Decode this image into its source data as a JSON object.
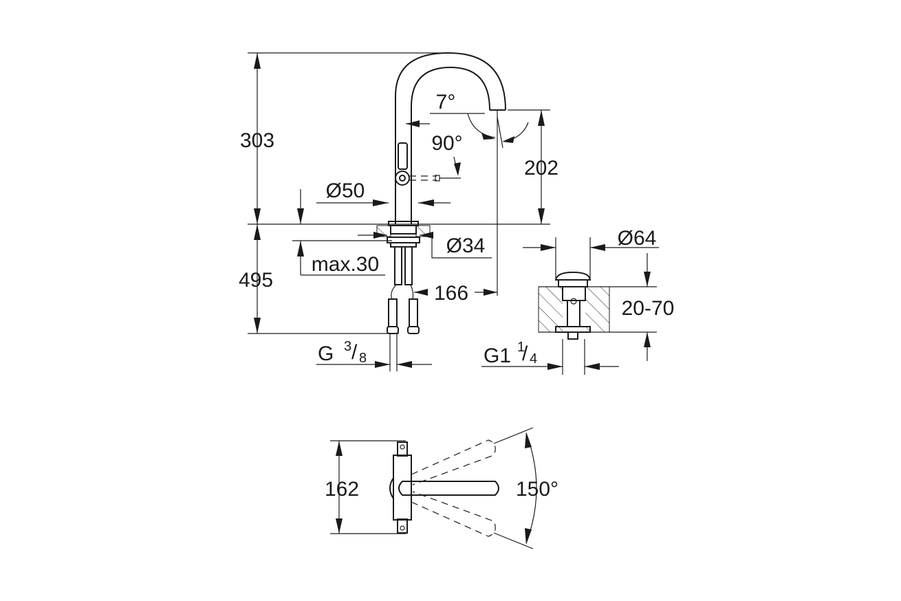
{
  "dimensions": {
    "height_top": "303",
    "height_bottom": "495",
    "angle_spout_tilt": "7°",
    "angle_lever": "90°",
    "spout_height": "202",
    "base_diameter": "Ø50",
    "hole_diameter": "Ø34",
    "max_thickness": "max.30",
    "spout_reach": "166",
    "connection_thread_main": "G",
    "connection_thread_num": "3",
    "connection_thread_den": "8",
    "waste_diameter": "Ø64",
    "waste_range": "20-70",
    "waste_thread_main": "G1",
    "waste_thread_num": "1",
    "waste_thread_den": "4",
    "top_view_width": "162",
    "swivel_angle": "150°"
  }
}
